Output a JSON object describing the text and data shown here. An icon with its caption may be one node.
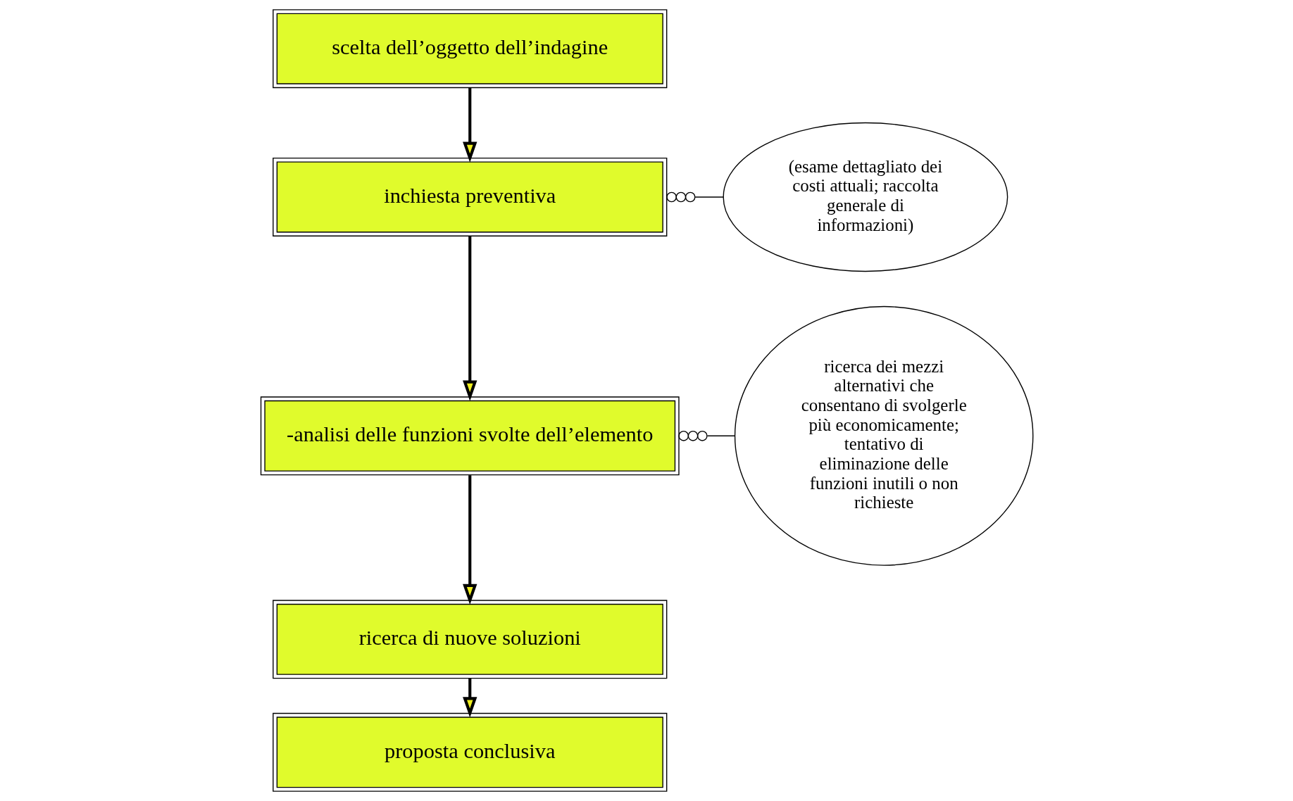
{
  "diagram": {
    "nodes": [
      {
        "text": [
          "scelta dell’oggetto dell’indagine"
        ]
      },
      {
        "text": [
          "(esame dettagliato dei costi attuali; raccolta generale di informazioni)"
        ]
      },
      {
        "text": [
          "inchiesta preventiva"
        ]
      },
      {
        "text": [
          "-analisi delle funzioni svolte dell’elemento"
        ]
      },
      {
        "text": [
          "ricerca dei mezzi alternativi che consentano di svolgerle più economicamente; tentativo di eliminazione delle funzioni inutili o non richieste"
        ]
      },
      {
        "text": [
          "ricerca di nuove soluzioni"
        ]
      },
      {
        "text": [
          "proposta conclusiva"
        ]
      }
    ],
    "edges": [
      {
        "from": 0,
        "to": 2,
        "arrow": "to"
      },
      {
        "from": 1,
        "to": 2,
        "arrow": "other"
      },
      {
        "from": 2,
        "to": 3,
        "arrow": "to"
      },
      {
        "from": 4,
        "to": 3,
        "arrow": "other"
      },
      {
        "from": 3,
        "to": 5,
        "arrow": "to"
      },
      {
        "from": 5,
        "to": 6,
        "arrow": "to"
      }
    ]
  }
}
